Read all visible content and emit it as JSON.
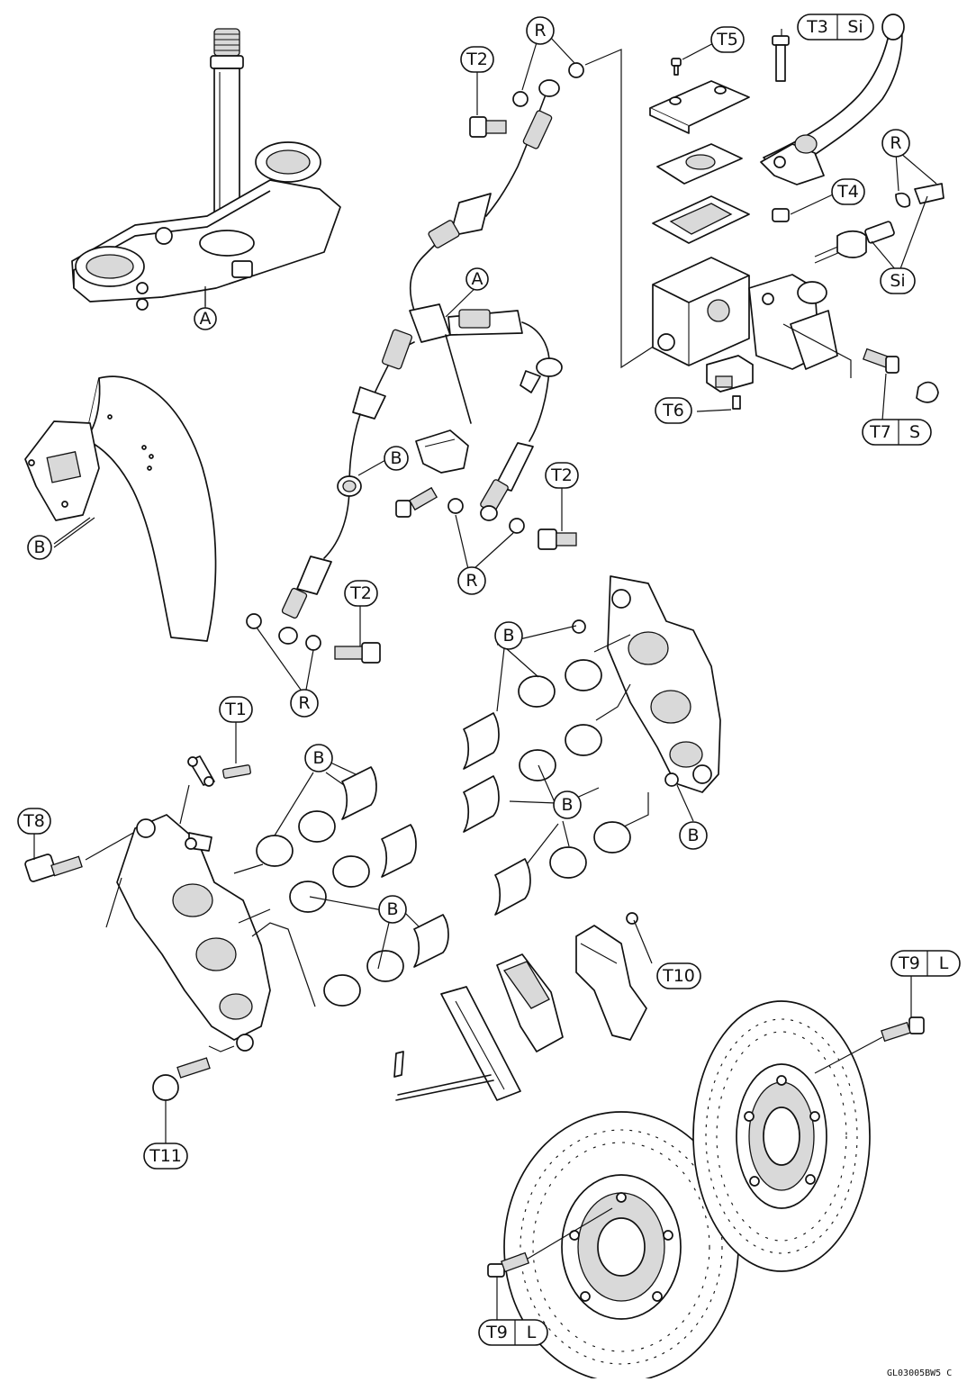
{
  "labels": {
    "A": "A",
    "B": "B",
    "R": "R",
    "Si": "Si",
    "S": "S",
    "L": "L",
    "T1": "T1",
    "T2": "T2",
    "T3": "T3",
    "T4": "T4",
    "T5": "T5",
    "T6": "T6",
    "T7": "T7",
    "T8": "T8",
    "T9": "T9",
    "T10": "T10",
    "T11": "T11"
  },
  "figure_code": "GL03005BW5 C"
}
